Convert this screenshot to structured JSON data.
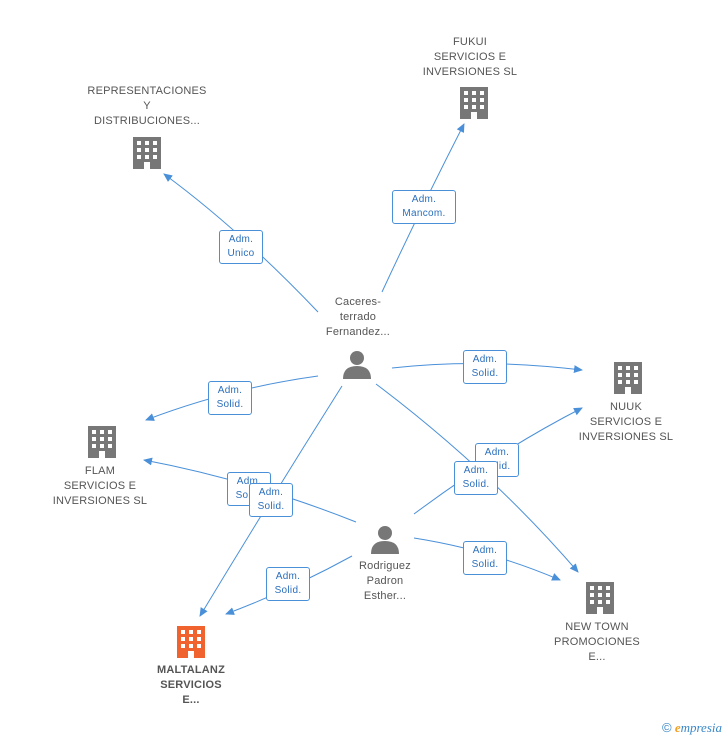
{
  "nodes": {
    "representaciones": {
      "label": "REPRESENTACIONES\nY\nDISTRIBUCIONES..."
    },
    "fukui": {
      "label": "FUKUI\nSERVICIOS E\nINVERSIONES SL"
    },
    "caceres": {
      "label": "Caceres-\nterrado\nFernandez..."
    },
    "nuuk": {
      "label": "NUUK\nSERVICIOS E\nINVERSIONES SL"
    },
    "flam": {
      "label": "FLAM\nSERVICIOS E\nINVERSIONES SL"
    },
    "rodriguez": {
      "label": "Rodriguez\nPadron\nEsther..."
    },
    "new_town": {
      "label": "NEW TOWN\nPROMOCIONES\nE..."
    },
    "maltalanz": {
      "label": "MALTALANZ\nSERVICIOS\nE..."
    }
  },
  "roles": {
    "adm_unico": "Adm.\nUnico",
    "adm_mancom": "Adm.\nMancom.",
    "adm_solid_nuuk_1": "Adm.\nSolid.",
    "adm_solid_flam_1": "Adm.\nSolid.",
    "adm_solid_nuuk_2": "Adm.\nSolid.",
    "adm_solid_mid": "Adm.\nSolid.",
    "adm_solid_flam_2": "Adm.\nSolid.",
    "adm_solid_flam_3": "Adm.\nSolid.",
    "adm_solid_malta": "Adm.\nSolid.",
    "adm_solid_newtown": "Adm.\nSolid."
  },
  "colors": {
    "edge": "#4a90d9",
    "company_icon": "#777777",
    "focus_icon": "#f0622e",
    "person_icon": "#777777"
  },
  "brand": {
    "copyright": "©",
    "e": "e",
    "name": "mpresia"
  }
}
